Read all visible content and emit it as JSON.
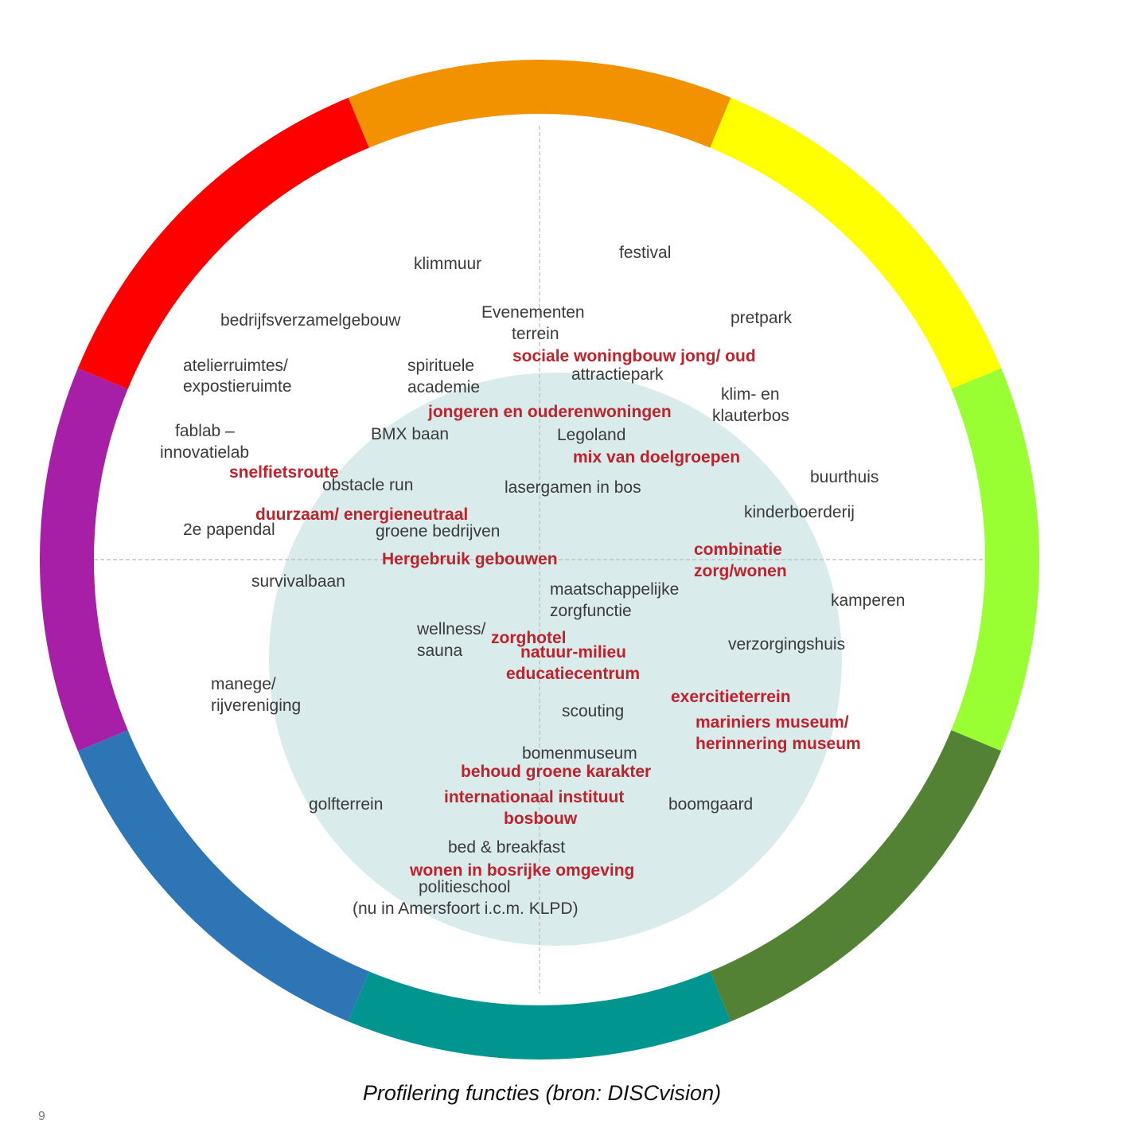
{
  "caption": "Profilering functies (bron: DISCvision)",
  "page_number": "9",
  "colors": {
    "segments": [
      "#f39200",
      "#ffff00",
      "#99ff33",
      "#548235",
      "#00968f",
      "#2e75b6",
      "#a61fa6",
      "#ff0000"
    ],
    "inner_circle": "#d9ebeb",
    "gray_text": "#3a3a3a",
    "red_text": "#c0212b",
    "axis_lines": "#bbbbbb"
  },
  "labels": {
    "klimmuur": "klimmuur",
    "festival": "festival",
    "bedrijfsverzamelgebouw": "bedrijfsverzamelgebouw",
    "evenementen_1": "Evenementen",
    "evenementen_2": "terrein",
    "pretpark": "pretpark",
    "sociale_woningbouw": "sociale woningbouw jong/ oud",
    "atelierruimtes_1": "atelierruimtes/",
    "atelierruimtes_2": "expostieruimte",
    "spirituele_1": "spirituele",
    "spirituele_2": "academie",
    "attractiepark": "attractiepark",
    "klim_1": "klim- en",
    "klim_2": "klauterbos",
    "jongeren": "jongeren en ouderenwoningen",
    "fablab_1": "fablab –",
    "fablab_2": "innovatielab",
    "bmx": "BMX baan",
    "legoland": "Legoland",
    "mix": "mix van doelgroepen",
    "snelfietsroute": "snelfietsroute",
    "obstacle": "obstacle run",
    "lasergamen": "lasergamen in bos",
    "buurthuis": "buurthuis",
    "duurzaam": "duurzaam/ energieneutraal",
    "kinderboerderij": "kinderboerderij",
    "papendal": "2e papendal",
    "groene_bedrijven": "groene bedrijven",
    "combinatie_1": "combinatie",
    "combinatie_2": "zorg/wonen",
    "hergebruik": "Hergebruik gebouwen",
    "survivalbaan": "survivalbaan",
    "maatschappelijke_1": "maatschappelijke",
    "maatschappelijke_2": "zorgfunctie",
    "kamperen": "kamperen",
    "wellness_1": "wellness/",
    "wellness_2": "sauna",
    "zorghotel": "zorghotel",
    "verzorgingshuis": "verzorgingshuis",
    "natuur_1": "natuur-milieu",
    "natuur_2": "educatiecentrum",
    "manege_1": "manege/",
    "manege_2": "rijvereniging",
    "exercitieterrein": "exercitieterrein",
    "scouting": "scouting",
    "mariniers_1": "mariniers museum/",
    "mariniers_2": "herinnering museum",
    "bomenmuseum": "bomenmuseum",
    "behoud": "behoud groene karakter",
    "internationaal_1": "internationaal instituut",
    "internationaal_2": "bosbouw",
    "golfterrein": "golfterrein",
    "boomgaard": "boomgaard",
    "bnb": "bed & breakfast",
    "wonen_bosrijk": "wonen in bosrijke omgeving",
    "politieschool_1": "politieschool",
    "politieschool_2": "(nu in Amersfoort i.c.m. KLPD)"
  }
}
